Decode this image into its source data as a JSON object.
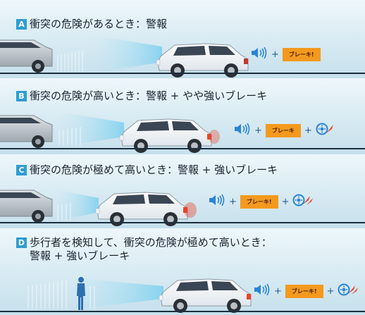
{
  "panels": [
    {
      "marker": "A",
      "title_lines": [
        "衝突の危険があるとき：警報"
      ],
      "alerts": {
        "plus_1": "+",
        "brake_label": "ブレーキ!",
        "plus_2": ""
      },
      "show_brake_assist": false,
      "show_pedestrian": false
    },
    {
      "marker": "B",
      "title_lines": [
        "衝突の危険が高いとき：警報 + やや強いブレーキ"
      ],
      "alerts": {
        "plus_1": "+",
        "brake_label": "ブレーキ",
        "plus_2": "+"
      },
      "show_brake_assist": true,
      "show_pedestrian": false
    },
    {
      "marker": "C",
      "title_lines": [
        "衝突の危険が極めて高いとき：警報 + 強いブレーキ"
      ],
      "alerts": {
        "plus_1": "+",
        "brake_label": "ブレーキ!",
        "plus_2": "+"
      },
      "show_brake_assist": true,
      "show_pedestrian": false
    },
    {
      "marker": "D",
      "title_lines": [
        "歩行者を検知して、衝突の危険が極めて高いとき：",
        "警報 + 強いブレーキ"
      ],
      "alerts": {
        "plus_1": "+",
        "brake_label": "ブレーキ!",
        "plus_2": "+"
      },
      "show_brake_assist": true,
      "show_pedestrian": true
    }
  ],
  "icons": {
    "warning": "speaker-warning-icon",
    "brake_assist": "brake-disc-icon",
    "pedestrian": "pedestrian-figure",
    "car": "suv-car"
  },
  "colors": {
    "marker_blue": "#2f9dd4",
    "alert_blue": "#2a84d6",
    "brake_orange": "#f39a1e",
    "brake_light_red": "#e8442a",
    "sensor_beam": "#7fd0ef",
    "road_line": "#1c2f3e"
  }
}
